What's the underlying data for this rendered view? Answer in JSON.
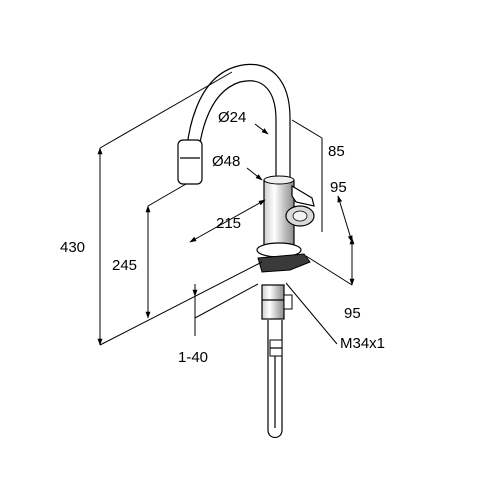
{
  "drawing": {
    "type": "kitchen mixer tap dimension drawing",
    "labels": {
      "d24": "Ø24",
      "d48": "Ø48",
      "w85": "85",
      "w95_top": "95",
      "w215": "215",
      "h430": "430",
      "h245": "245",
      "h95_bottom": "95",
      "h140": "1-40",
      "thread": "M34x1"
    }
  }
}
